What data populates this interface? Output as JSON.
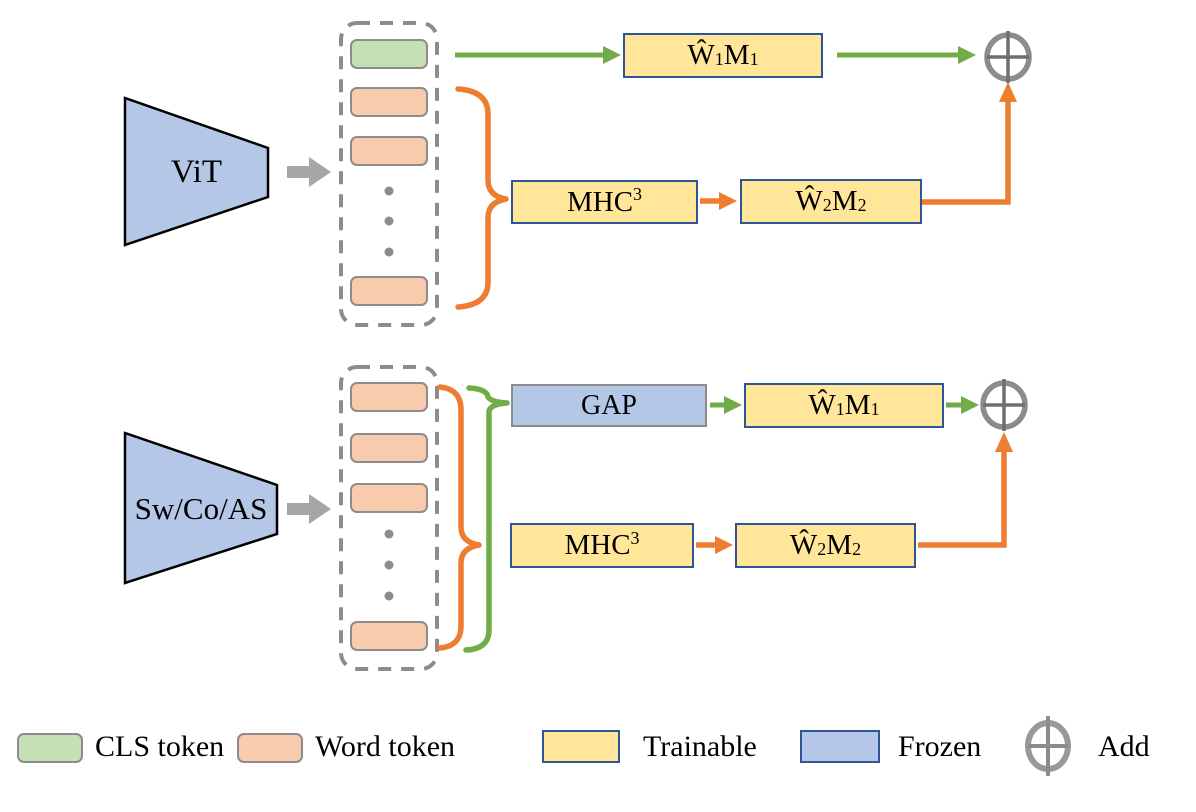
{
  "figure": {
    "kind": "model-architecture-diagram"
  },
  "colors": {
    "cls_token_fill": "#c5e0b4",
    "word_token_fill": "#f8cbad",
    "trainable_fill": "#ffe699",
    "frozen_fill": "#b4c7e7",
    "green_arrow": "#70ad47",
    "orange_arrow": "#ed7d31",
    "gray_arrow": "#a6a6a6",
    "gray_outline": "#8c8c8c",
    "navy_border": "#2f5597"
  },
  "top": {
    "encoder": "ViT",
    "w1m1": {
      "b1": "Ŵ",
      "s1": "1",
      "b2": "M",
      "s2": "1"
    },
    "mhc": {
      "base": "MHC",
      "sup": "3"
    },
    "w2m2": {
      "b1": "Ŵ",
      "s1": "2",
      "b2": "M",
      "s2": "2"
    }
  },
  "bottom": {
    "encoder": "Sw/Co/AS",
    "gap": "GAP",
    "w1m1": {
      "b1": "Ŵ",
      "s1": "1",
      "b2": "M",
      "s2": "1"
    },
    "mhc": {
      "base": "MHC",
      "sup": "3"
    },
    "w2m2": {
      "b1": "Ŵ",
      "s1": "2",
      "b2": "M",
      "s2": "2"
    }
  },
  "legend": {
    "cls": "CLS token",
    "word": "Word token",
    "trainable": "Trainable",
    "frozen": "Frozen",
    "add": "Add"
  }
}
